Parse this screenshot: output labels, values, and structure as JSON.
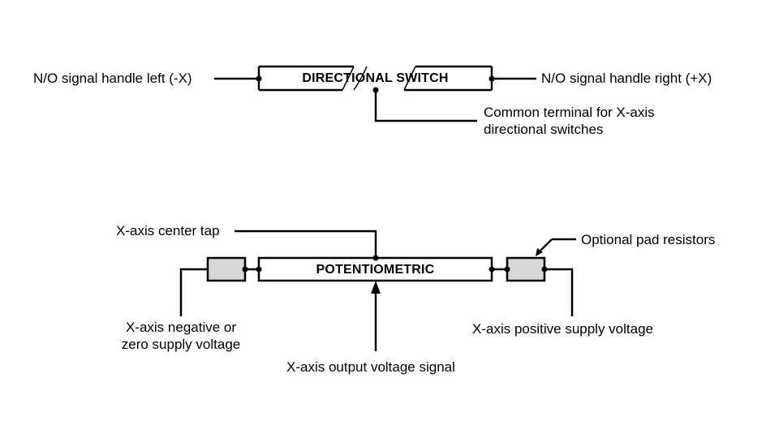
{
  "switch": {
    "title": "DIRECTIONAL SWITCH",
    "left_label": "N/O signal handle left (-X)",
    "right_label": "N/O signal handle right (+X)",
    "common_label_line1": "Common terminal for X-axis",
    "common_label_line2": "directional switches"
  },
  "potentiometer": {
    "title": "POTENTIOMETRIC",
    "center_tap_label": "X-axis center tap",
    "pad_label": "Optional pad resistors",
    "negative_label_line1": "X-axis negative or",
    "negative_label_line2": "zero supply voltage",
    "positive_label": "X-axis positive supply voltage",
    "output_label": "X-axis output voltage signal"
  },
  "colors": {
    "line": "#000000",
    "pad_fill": "#d8d8d8"
  }
}
